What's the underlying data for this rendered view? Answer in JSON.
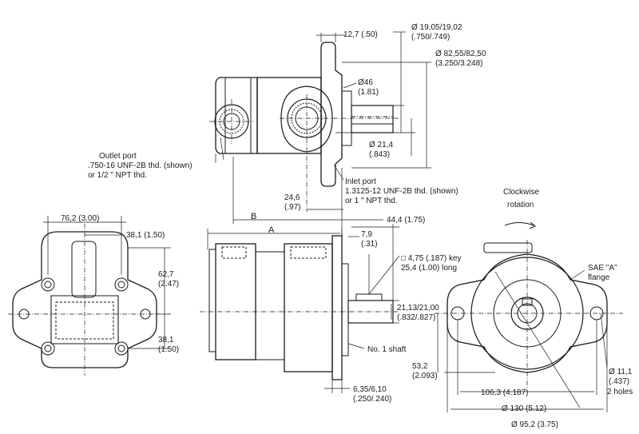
{
  "labels": {
    "dim_12_7": "12,7 (.50)",
    "dim_d19_a": "Ø 19,05/19,02",
    "dim_d19_b": "(.750/.749)",
    "dim_d82_a": "Ø 82,55/82,50",
    "dim_d82_b": "(3.250/3.248)",
    "dim_d46_a": "Ø46",
    "dim_d46_b": "(1.81)",
    "dim_d21_4_a": "Ø 21,4",
    "dim_d21_4_b": "(.843)",
    "outlet_1": "Outlet port",
    "outlet_2": ".750-16 UNF-2B thd. (shown)",
    "outlet_3": "or 1/2 \" NPT thd.",
    "inlet_1": "Inlet port",
    "inlet_2": "1.3125-12 UNF-2B thd. (shown)",
    "inlet_3": "or 1 \" NPT thd.",
    "dim_24_6_a": "24,6",
    "dim_24_6_b": "(.97)",
    "clockwise_1": "Clockwise",
    "clockwise_2": "rotation",
    "dim_76_2": "76,2 (3.00)",
    "dim_38_1_top": "38,1 (1.50)",
    "dim_62_7_a": "62,7",
    "dim_62_7_b": "(2.47)",
    "dim_38_1_a": "38,1",
    "dim_38_1_b": "(1.50)",
    "label_B": "B",
    "label_A": "A",
    "dim_44_4": "44,4 (1.75)",
    "dim_7_9_a": "7,9",
    "dim_7_9_b": "(.31)",
    "key_1": "□ 4,75 (.187) key",
    "key_2": "25,4 (1.00) long",
    "dim_21_13_a": "21,13/21,00",
    "dim_21_13_b": "(.832/.827)",
    "shaft": "No. 1 shaft",
    "dim_6_35_a": "6,35/6,10",
    "dim_6_35_b": "(.250/.240)",
    "sae_1": "SAE  \"A\"",
    "sae_2": "flange",
    "dim_53_2_a": "53,2",
    "dim_53_2_b": "(2.093)",
    "dim_106_3": "106,3 (4.187)",
    "dim_d11_1_a": "Ø 11,1",
    "dim_d11_1_b": "(.437)",
    "dim_d11_1_c": "2 holes",
    "dim_d130": "Ø 130 (5.12)",
    "dim_d95_2": "Ø 95,2 (3.75)"
  }
}
